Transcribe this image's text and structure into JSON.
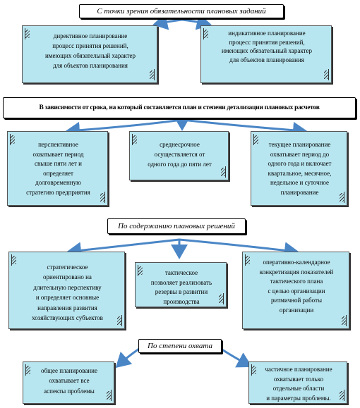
{
  "sections": [
    {
      "title": "С точки зрения обязательности плановых заданий",
      "boxes": [
        {
          "title": "директивное планирование",
          "body": [
            "процесс принятия решений,",
            "имеющих обязательный характер",
            "для объектов планирования"
          ]
        },
        {
          "title": "индикативное планирование",
          "body": [
            "процесс принятия решений,",
            "имеющих обязательный характер",
            "для объектов планирования"
          ]
        }
      ]
    },
    {
      "title": "В зависимости от срока, на который составляется план и степени детализации плановых расчетов",
      "boxes": [
        {
          "title": "перспективное",
          "body": [
            "охватывает период",
            "свыше пяти лет и",
            "определяет",
            "долговременную",
            "стратегию предприятия"
          ]
        },
        {
          "title": "среднесрочное",
          "body": [
            "осуществляется от",
            "одного года до пяти лет"
          ]
        },
        {
          "title": "текущее планирование",
          "body": [
            "охватывает период до",
            "одного года и включает",
            "квартальное, месячное,",
            "недельное и суточное",
            "планирование"
          ]
        }
      ]
    },
    {
      "title": "По содержанию плановых решений",
      "boxes": [
        {
          "title": "стратегическое",
          "body": [
            "ориентировано на",
            "длительную перспективу",
            "и определяет основные",
            "направления развития",
            "хозяйствующих субъектов"
          ]
        },
        {
          "title": "тактическое",
          "body": [
            "позволяет реализовать",
            "резервы в развитии",
            "производства"
          ]
        },
        {
          "title": "оперативно-календарное",
          "body": [
            "конкретизация показателей",
            "тактического плана",
            "с целью организации",
            "ритмичной работы",
            "организации"
          ]
        }
      ]
    },
    {
      "title": "По степени охвата",
      "boxes": [
        {
          "title": "общее планирование",
          "body": [
            "охватывает все",
            "аспекты проблемы"
          ]
        },
        {
          "title": "частичное планирование",
          "body": [
            "охватывает только",
            "отдельные области",
            "и параметры проблемы."
          ]
        }
      ]
    }
  ],
  "colors": {
    "box_fill": "#b8e6f0",
    "arrow": "#4a86c6"
  }
}
